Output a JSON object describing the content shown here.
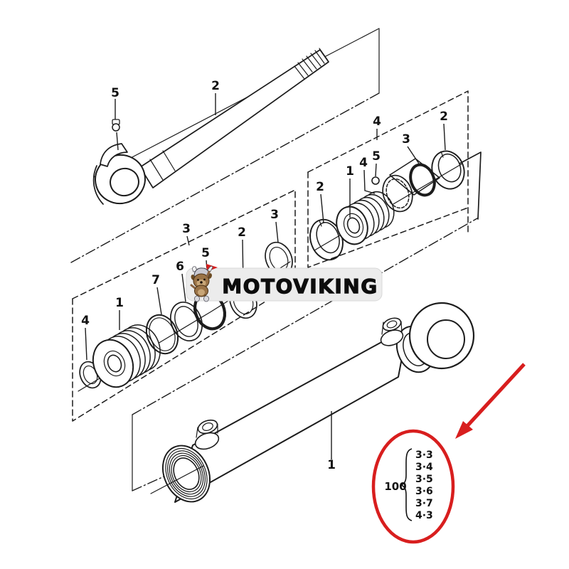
{
  "image_title": "Hydraulic cylinder exploded parts diagram",
  "colors": {
    "background": "#ffffff",
    "line": "#1c1c1c",
    "red": "#d81e1e",
    "band": "#ececec"
  },
  "watermark": {
    "text": "MOTOVIKING",
    "mascot": "dog-with-viking-helmet-and-red-flag"
  },
  "callout": {
    "group_number": "100",
    "values": [
      "3·3",
      "3·4",
      "3·5",
      "3·6",
      "3·7",
      "4·3"
    ]
  },
  "part_labels": [
    {
      "t": "5"
    },
    {
      "t": "2"
    },
    {
      "t": "3"
    },
    {
      "t": "4"
    },
    {
      "t": "1"
    },
    {
      "t": "7"
    },
    {
      "t": "6"
    },
    {
      "t": "5"
    },
    {
      "t": "2"
    },
    {
      "t": "3"
    },
    {
      "t": "4"
    },
    {
      "t": "2"
    },
    {
      "t": "1"
    },
    {
      "t": "4"
    },
    {
      "t": "5"
    },
    {
      "t": "3"
    },
    {
      "t": "2"
    },
    {
      "t": "1"
    }
  ]
}
